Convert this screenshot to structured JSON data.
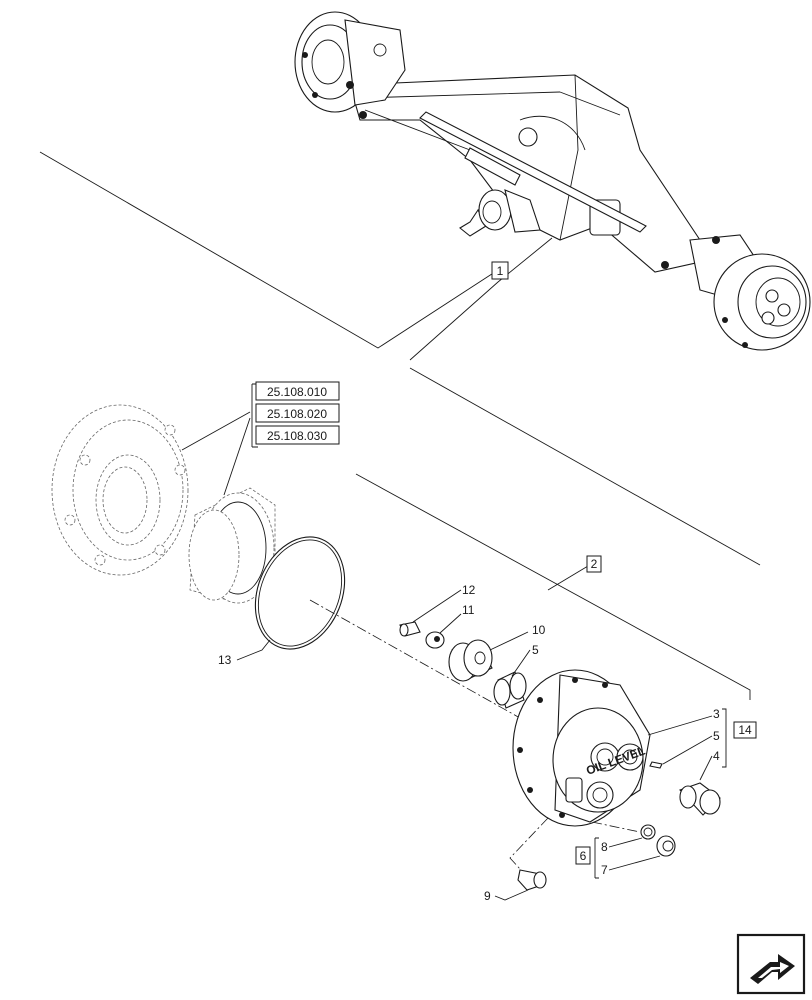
{
  "callouts": {
    "c1": "1",
    "c2": "2",
    "c3": "3",
    "c4": "4",
    "c5a": "5",
    "c5b": "5",
    "c6": "6",
    "c7": "7",
    "c8": "8",
    "c9": "9",
    "c10": "10",
    "c11": "11",
    "c12": "12",
    "c13": "13",
    "c14": "14"
  },
  "references": [
    "25.108.010",
    "25.108.020",
    "25.108.030"
  ],
  "housing_marking": "OIL LEVEL",
  "navigation": {
    "icon": "next-page-arrow-icon"
  }
}
